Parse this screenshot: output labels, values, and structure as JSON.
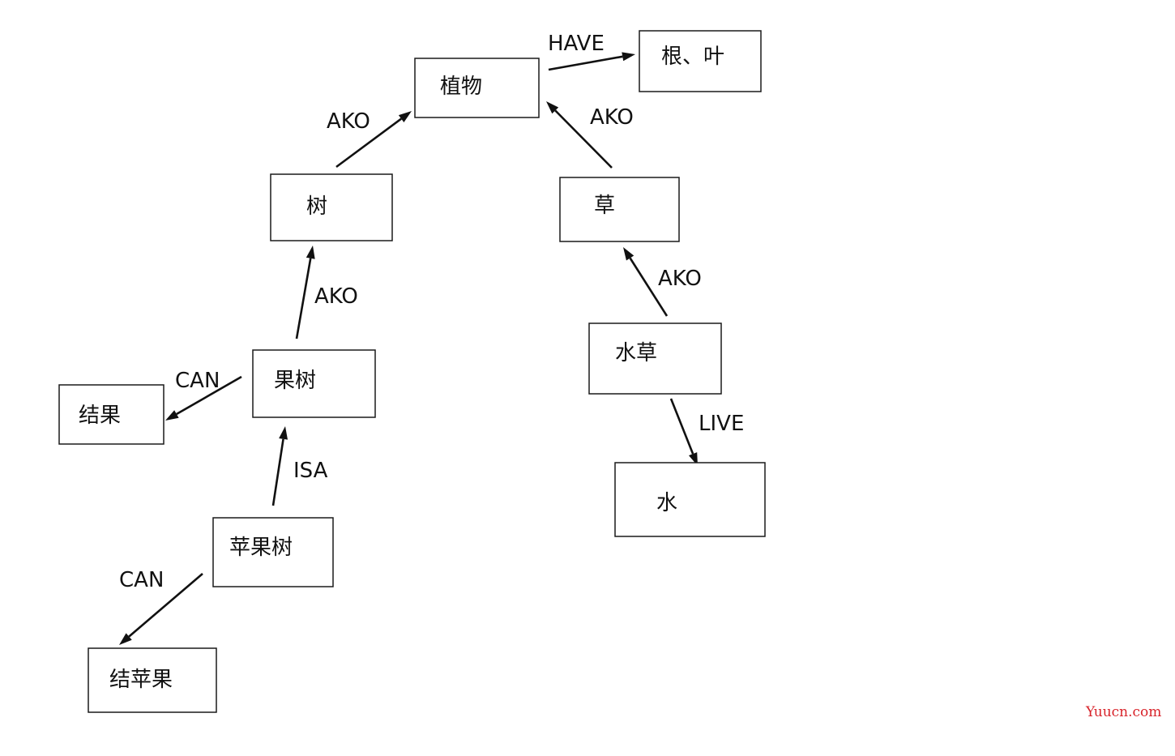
{
  "colors": {
    "stroke": "#1a1a1a",
    "text": "#111111",
    "watermark": "#d8232a"
  },
  "nodes": [
    {
      "id": "plant",
      "label": "植物"
    },
    {
      "id": "root-leaf",
      "label": "根、叶"
    },
    {
      "id": "tree",
      "label": "树"
    },
    {
      "id": "grass",
      "label": "草"
    },
    {
      "id": "fruit-tree",
      "label": "果树"
    },
    {
      "id": "water-grass",
      "label": "水草"
    },
    {
      "id": "bear-fruit",
      "label": "结果"
    },
    {
      "id": "water",
      "label": "水"
    },
    {
      "id": "apple-tree",
      "label": "苹果树"
    },
    {
      "id": "bear-apple",
      "label": "结苹果"
    }
  ],
  "edges": [
    {
      "id": "plant-have-rootleaf",
      "from": "plant",
      "to": "root-leaf",
      "label": "HAVE"
    },
    {
      "id": "tree-ako-plant",
      "from": "tree",
      "to": "plant",
      "label": "AKO"
    },
    {
      "id": "grass-ako-plant",
      "from": "grass",
      "to": "plant",
      "label": "AKO"
    },
    {
      "id": "fruittree-ako-tree",
      "from": "fruit-tree",
      "to": "tree",
      "label": "AKO"
    },
    {
      "id": "watergrass-ako-grass",
      "from": "water-grass",
      "to": "grass",
      "label": "AKO"
    },
    {
      "id": "fruittree-can-bearfruit",
      "from": "fruit-tree",
      "to": "bear-fruit",
      "label": "CAN"
    },
    {
      "id": "appletree-isa-fruittree",
      "from": "apple-tree",
      "to": "fruit-tree",
      "label": "ISA"
    },
    {
      "id": "watergrass-live-water",
      "from": "water-grass",
      "to": "water",
      "label": "LIVE"
    },
    {
      "id": "appletree-can-bearapple",
      "from": "apple-tree",
      "to": "bear-apple",
      "label": "CAN"
    }
  ],
  "watermark": "Yuucn.com"
}
